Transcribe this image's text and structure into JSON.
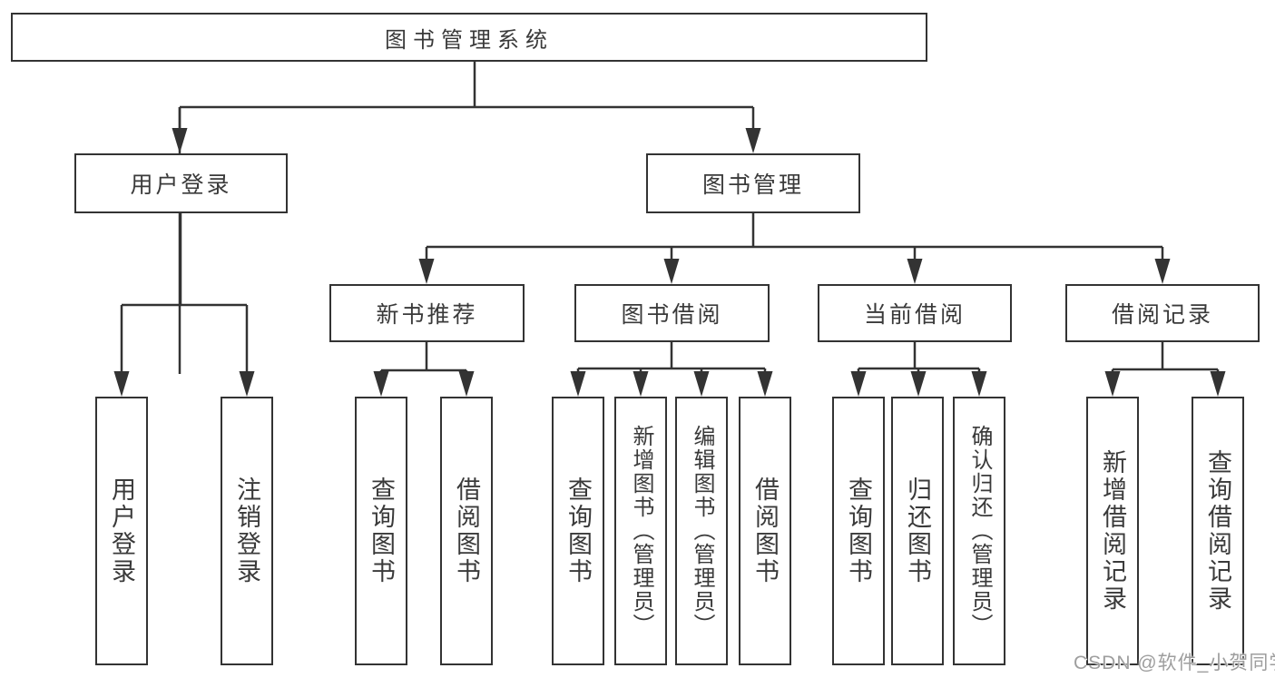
{
  "diagram": {
    "root": {
      "label": "图书管理系统"
    },
    "branches": [
      {
        "label": "用户登录",
        "children": [
          {
            "label": "用户登录"
          },
          {
            "label": "注销登录"
          }
        ]
      },
      {
        "label": "图书管理",
        "children": [
          {
            "label": "新书推荐",
            "children": [
              {
                "label": "查询图书"
              },
              {
                "label": "借阅图书"
              }
            ]
          },
          {
            "label": "图书借阅",
            "children": [
              {
                "label": "查询图书"
              },
              {
                "label": "新增图书（管理员）"
              },
              {
                "label": "编辑图书（管理员）"
              },
              {
                "label": "借阅图书"
              }
            ]
          },
          {
            "label": "当前借阅",
            "children": [
              {
                "label": "查询图书"
              },
              {
                "label": "归还图书"
              },
              {
                "label": "确认归还（管理员）"
              }
            ]
          },
          {
            "label": "借阅记录",
            "children": [
              {
                "label": "新增借阅记录"
              },
              {
                "label": "查询借阅记录"
              }
            ]
          }
        ]
      }
    ]
  },
  "watermark": {
    "text": "CSDN @软件_小贺同学"
  },
  "colors": {
    "line": "#333333",
    "box_border": "#333333",
    "text": "#3a3a3a",
    "watermark_text": "#9e9e9e",
    "background": "#ffffff"
  }
}
